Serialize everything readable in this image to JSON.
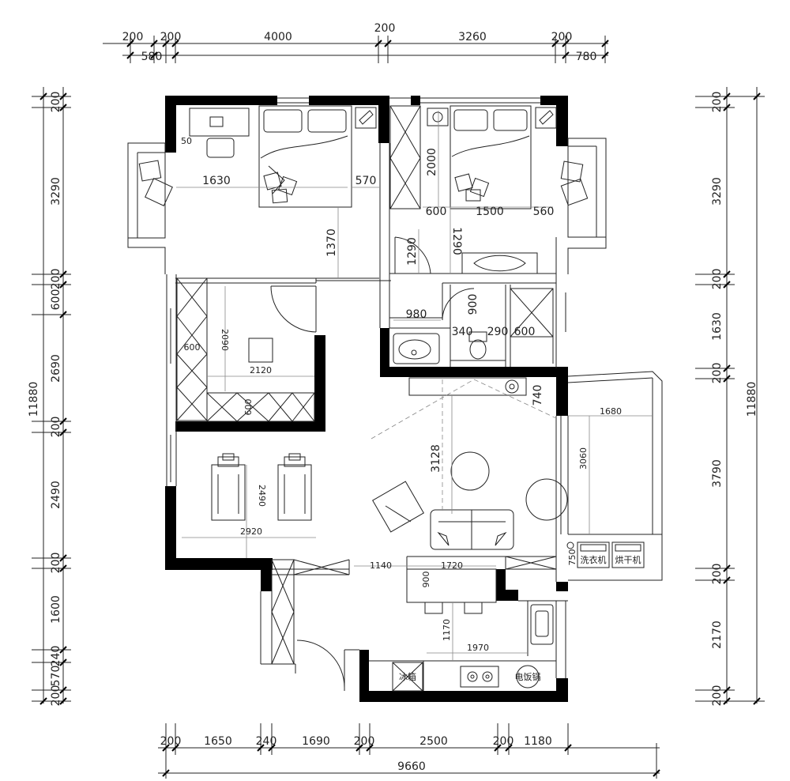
{
  "dimensions": {
    "top_row1": [
      "200",
      "200",
      "4000",
      "200",
      "3260",
      "200"
    ],
    "top_row2": [
      "580",
      "780"
    ],
    "bottom_row1": [
      "200",
      "1650",
      "240",
      "1690",
      "200",
      "2500",
      "200",
      "1180"
    ],
    "bottom_total": "9660",
    "left": [
      "200",
      "3290",
      "200",
      "600",
      "2690",
      "200",
      "2490",
      "200",
      "1600",
      "240",
      "570",
      "200"
    ],
    "left_total": "11880",
    "right": [
      "200",
      "3290",
      "200",
      "1630",
      "200",
      "3790",
      "200",
      "2170",
      "200"
    ],
    "right_total": "11880"
  },
  "room_dims": {
    "d1630": "1630",
    "d570": "570",
    "d50": "50",
    "d1370": "1370",
    "d2000": "2000",
    "d600a": "600",
    "d1500": "1500",
    "d560": "560",
    "d1290a": "1290",
    "d1290b": "1290",
    "d980": "980",
    "d900a": "900",
    "d340": "340",
    "d290": "290",
    "d600b": "600",
    "d600c": "600",
    "d2090": "2090",
    "d2120": "2120",
    "d600d": "600",
    "d740": "740",
    "d1680": "1680",
    "d3060": "3060",
    "d3128": "3128",
    "d2490": "2490",
    "d2920": "2920",
    "d1140": "1140",
    "d1720": "1720",
    "d900b": "900",
    "d750": "750",
    "d1170": "1170",
    "d1970": "1970"
  },
  "labels": {
    "washer": "洗衣机",
    "dryer": "烘干机",
    "fridge": "冰箱",
    "rice_cooker": "电饭锅"
  }
}
